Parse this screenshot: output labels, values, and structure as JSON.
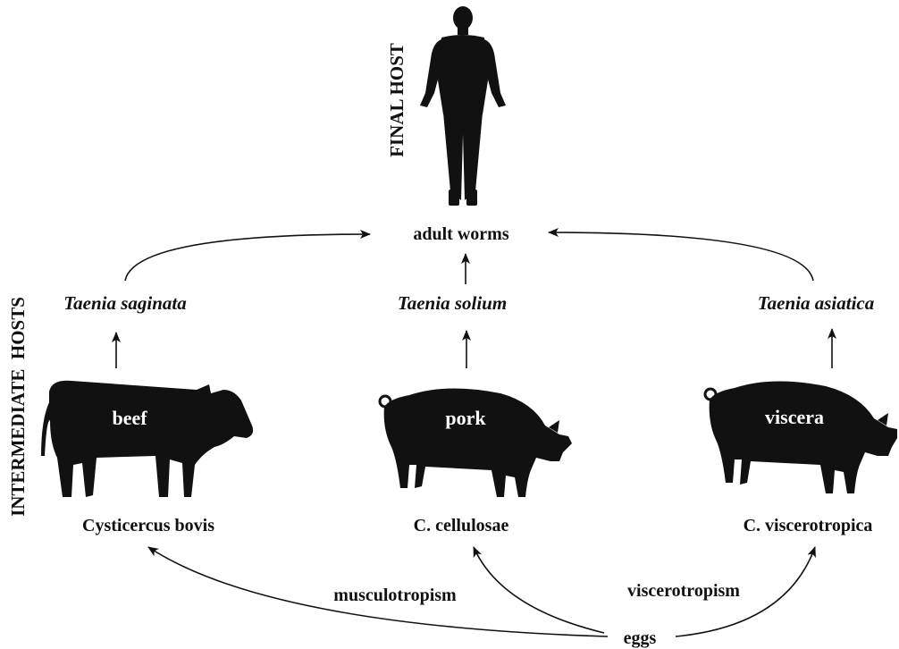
{
  "final_host_label": "FINAL HOST",
  "intermediate_hosts_label": "INTERMEDIATE  HOSTS",
  "adult_worms": "adult worms",
  "species": {
    "saginata": "Taenia saginata",
    "solium": "Taenia solium",
    "asiatica": "Taenia asiatica"
  },
  "animals": {
    "cow": "beef",
    "pig_left": "pork",
    "pig_right": "viscera"
  },
  "larvae": {
    "bovis": "Cysticercus bovis",
    "cellulosae": "C. cellulosae",
    "viscerotropica": "C. viscerotropica"
  },
  "tropism": {
    "musculo": "musculotropism",
    "viscero": "viscerotropism"
  },
  "eggs": "eggs",
  "colors": {
    "ink": "#111111",
    "silhouette": "#111111",
    "background": "#ffffff"
  },
  "icons": [
    "human-figure-icon",
    "cow-silhouette-icon",
    "pig-silhouette-icon"
  ]
}
